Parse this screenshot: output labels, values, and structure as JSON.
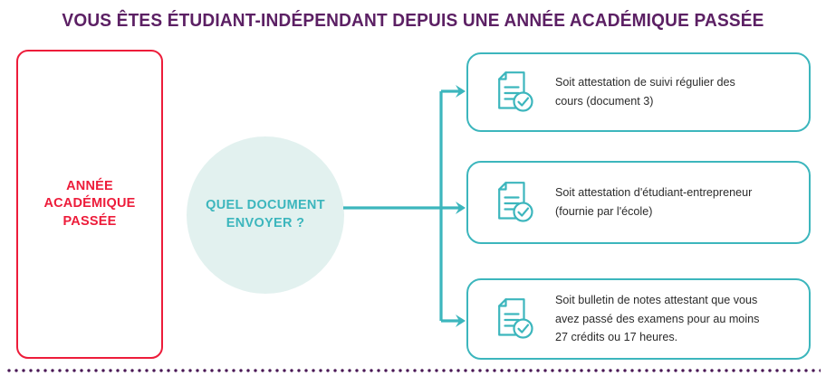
{
  "title": "VOUS ÊTES ÉTUDIANT-INDÉPENDANT DEPUIS UNE ANNÉE ACADÉMIQUE PASSÉE",
  "colors": {
    "title_purple": "#5c2064",
    "red": "#ed1c3a",
    "teal": "#3cb6bd",
    "circle_fill": "#e2f1ef",
    "body_text": "#2b2b2b",
    "dotted_rule": "#4b1a57"
  },
  "left_card": {
    "label": "ANNÉE\nACADÉMIQUE\nPASSÉE"
  },
  "question": {
    "label": "QUEL DOCUMENT\nENVOYER ?"
  },
  "options": [
    {
      "icon": "document-check-icon",
      "text": "Soit attestation de suivi régulier des\ncours (document 3)"
    },
    {
      "icon": "document-check-icon",
      "text": "Soit attestation d'étudiant-entrepreneur\n(fournie par l'école)"
    },
    {
      "icon": "document-check-icon",
      "text": "Soit bulletin de notes attestant que vous\navez passé des examens pour au moins\n27 crédits ou 17 heures."
    }
  ]
}
